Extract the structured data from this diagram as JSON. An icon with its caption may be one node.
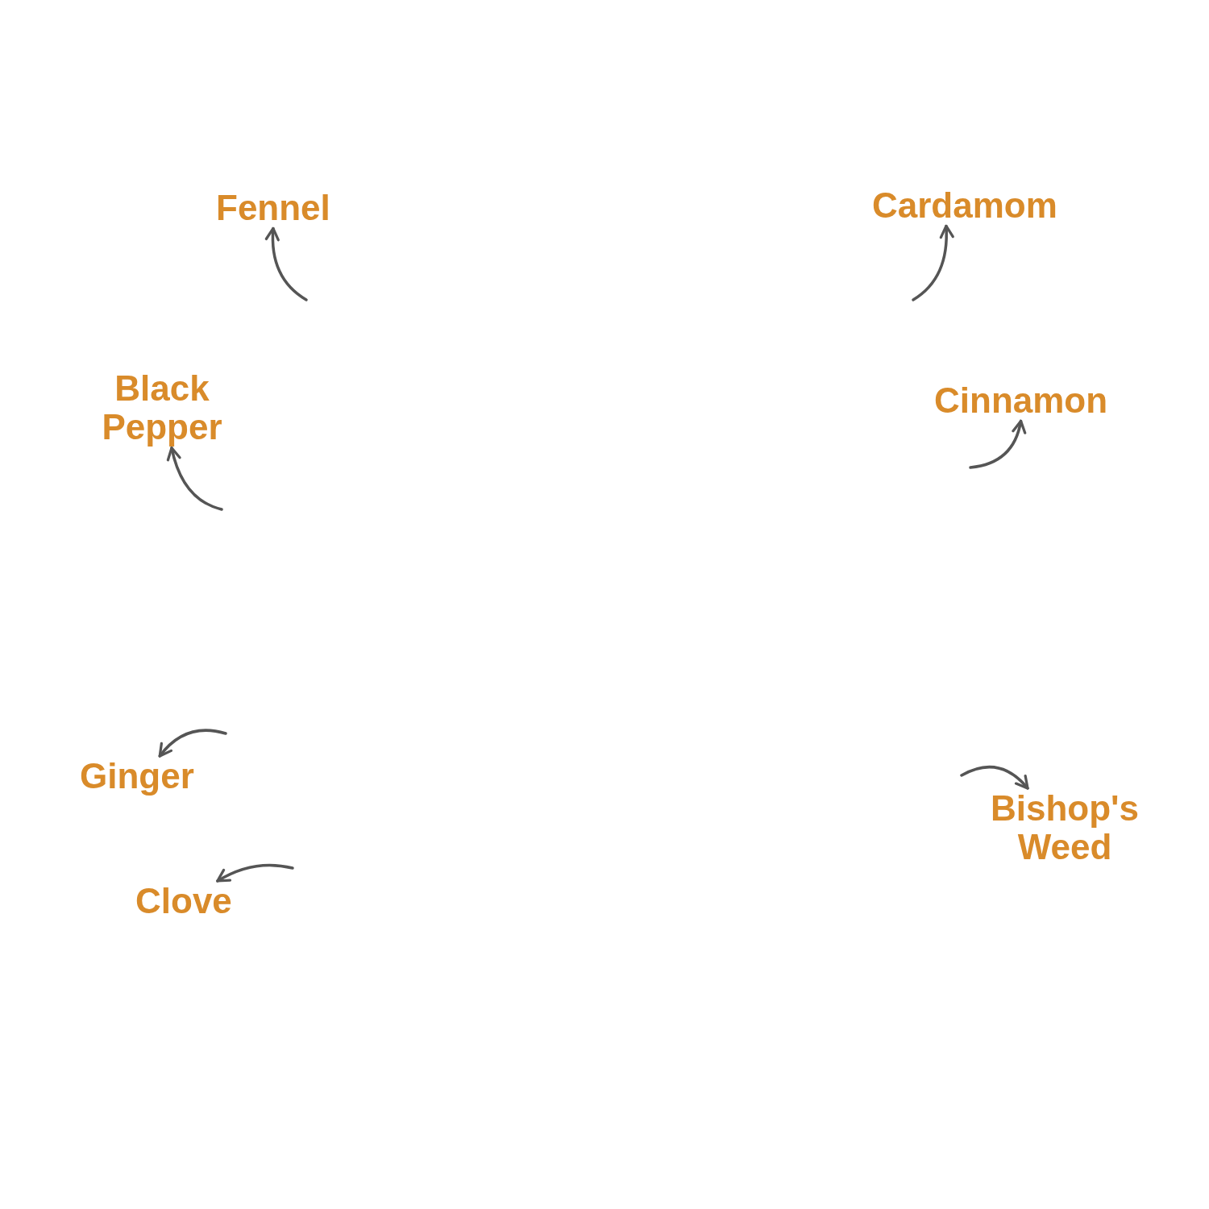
{
  "diagram": {
    "nodes": [
      {
        "text": [
          "Fennel"
        ]
      },
      {
        "text": [
          "Cardamom"
        ]
      },
      {
        "text": [
          "Black Pepper"
        ]
      },
      {
        "text": [
          "Cinnamon"
        ]
      },
      {
        "text": [
          "Ginger"
        ]
      },
      {
        "text": [
          "Bishop's Weed"
        ]
      },
      {
        "text": [
          "Clove"
        ]
      }
    ],
    "edges": [
      {
        "from": null,
        "to": 0,
        "arrow": "to"
      },
      {
        "from": null,
        "to": 1,
        "arrow": "to"
      },
      {
        "from": null,
        "to": 2,
        "arrow": "to"
      },
      {
        "from": null,
        "to": 3,
        "arrow": "to"
      },
      {
        "from": null,
        "to": 4,
        "arrow": "to"
      },
      {
        "from": null,
        "to": 5,
        "arrow": "to"
      },
      {
        "from": null,
        "to": 6,
        "arrow": "to"
      }
    ]
  }
}
